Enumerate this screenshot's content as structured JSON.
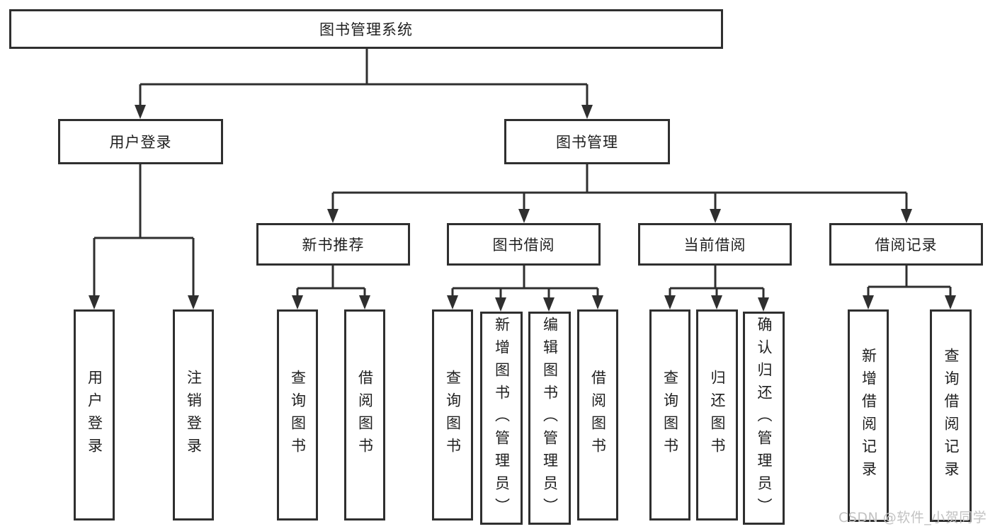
{
  "page": {
    "background_color": "#ffffff",
    "line_color": "#2f2f2f",
    "text_color": "#1f1f1f"
  },
  "diagram": {
    "type": "hierarchy-tree",
    "root": {
      "label": "图书管理系统"
    },
    "branches": [
      {
        "label": "用户登录",
        "children": [
          {
            "label": "用户登录"
          },
          {
            "label": "注销登录"
          }
        ]
      },
      {
        "label": "图书管理",
        "sections": [
          {
            "label": "新书推荐",
            "children": [
              {
                "label": "查询图书"
              },
              {
                "label": "借阅图书"
              }
            ]
          },
          {
            "label": "图书借阅",
            "children": [
              {
                "label": "查询图书"
              },
              {
                "label": "新增图书（管理员）"
              },
              {
                "label": "编辑图书（管理员）"
              },
              {
                "label": "借阅图书"
              }
            ]
          },
          {
            "label": "当前借阅",
            "children": [
              {
                "label": "查询图书"
              },
              {
                "label": "归还图书"
              },
              {
                "label": "确认归还（管理员）"
              }
            ]
          },
          {
            "label": "借阅记录",
            "children": [
              {
                "label": "新增借阅记录"
              },
              {
                "label": "查询借阅记录"
              }
            ]
          }
        ]
      }
    ]
  },
  "watermark": {
    "text": "CSDN @软件_小贺同学",
    "color": "#c2c2c2"
  }
}
